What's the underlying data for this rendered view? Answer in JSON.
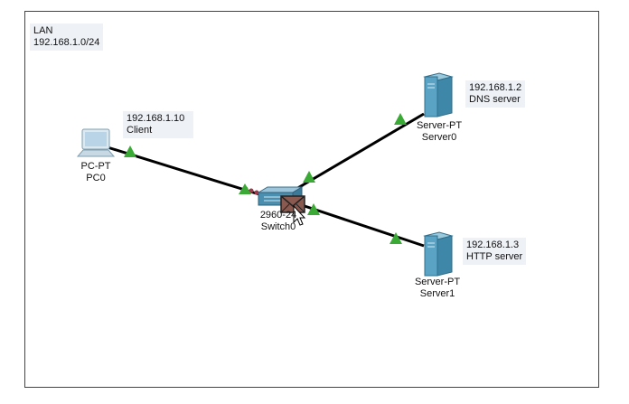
{
  "lan_note": {
    "line1": "LAN",
    "line2": "192.168.1.0/24"
  },
  "devices": {
    "pc0": {
      "type": "PC-PT",
      "name": "PC0",
      "ip": "192.168.1.10",
      "role": "Client"
    },
    "switch0": {
      "type": "2960-24",
      "name": "Switch0"
    },
    "server0": {
      "type": "Server-PT",
      "name": "Server0",
      "ip": "192.168.1.2",
      "role": "DNS server"
    },
    "server1": {
      "type": "Server-PT",
      "name": "Server1",
      "ip": "192.168.1.3",
      "role": "HTTP server"
    }
  },
  "colors": {
    "link": "#000000",
    "link_up": "#3aa935",
    "server": "#4c93b4",
    "switch": "#4a8fb0",
    "pdu": "#8a5a50",
    "traffic": "#9a3a4a"
  },
  "icons": {
    "pc": "desktop-pc-icon",
    "switch": "switch-icon",
    "server": "server-tower-icon",
    "pdu": "envelope-icon",
    "cursor": "mouse-pointer-icon"
  }
}
